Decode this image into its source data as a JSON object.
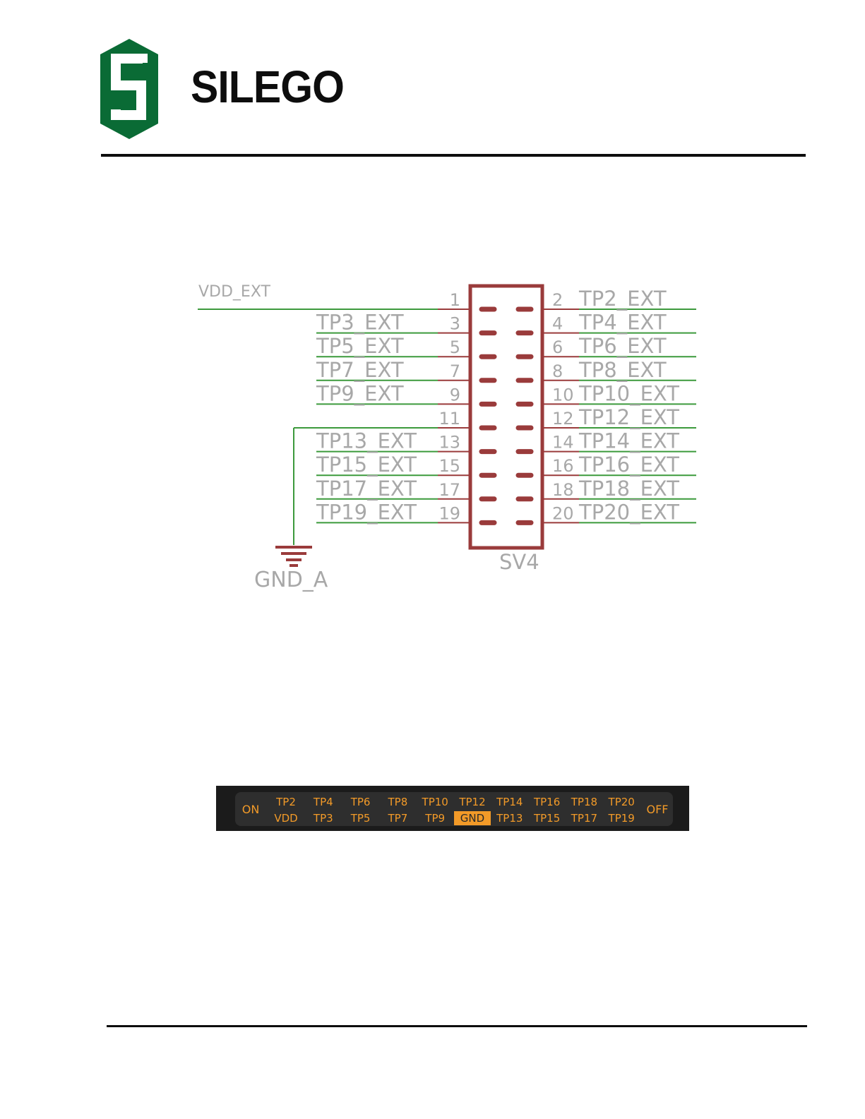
{
  "header": {
    "brand_name": "SILEGO",
    "brand_color": "#0a6b35"
  },
  "schematic": {
    "colors": {
      "wire": "#3c9a3c",
      "pin": "#9a3b3b",
      "text": "#a8a8a8"
    },
    "connector_name": "SV4",
    "vdd_label": "VDD_EXT",
    "gnd_label": "GND_A",
    "left_pins": [
      {
        "num": "1",
        "net": ""
      },
      {
        "num": "3",
        "net": "TP3_EXT"
      },
      {
        "num": "5",
        "net": "TP5_EXT"
      },
      {
        "num": "7",
        "net": "TP7_EXT"
      },
      {
        "num": "9",
        "net": "TP9_EXT"
      },
      {
        "num": "11",
        "net": ""
      },
      {
        "num": "13",
        "net": "TP13_EXT"
      },
      {
        "num": "15",
        "net": "TP15_EXT"
      },
      {
        "num": "17",
        "net": "TP17_EXT"
      },
      {
        "num": "19",
        "net": "TP19_EXT"
      }
    ],
    "right_pins": [
      {
        "num": "2",
        "net": "TP2_EXT"
      },
      {
        "num": "4",
        "net": "TP4_EXT"
      },
      {
        "num": "6",
        "net": "TP6_EXT"
      },
      {
        "num": "8",
        "net": "TP8_EXT"
      },
      {
        "num": "10",
        "net": "TP10_EXT"
      },
      {
        "num": "12",
        "net": "TP12_EXT"
      },
      {
        "num": "14",
        "net": "TP14_EXT"
      },
      {
        "num": "16",
        "net": "TP16_EXT"
      },
      {
        "num": "18",
        "net": "TP18_EXT"
      },
      {
        "num": "20",
        "net": "TP20_EXT"
      }
    ]
  },
  "toolbar": {
    "accent_color": "#f29a28",
    "on_label": "ON",
    "off_label": "OFF",
    "top_row": [
      "TP2",
      "TP4",
      "TP6",
      "TP8",
      "TP10",
      "TP12",
      "TP14",
      "TP16",
      "TP18",
      "TP20"
    ],
    "bottom_row": [
      "VDD",
      "TP3",
      "TP5",
      "TP7",
      "TP9",
      "GND",
      "TP13",
      "TP15",
      "TP17",
      "TP19"
    ],
    "active": "GND"
  }
}
